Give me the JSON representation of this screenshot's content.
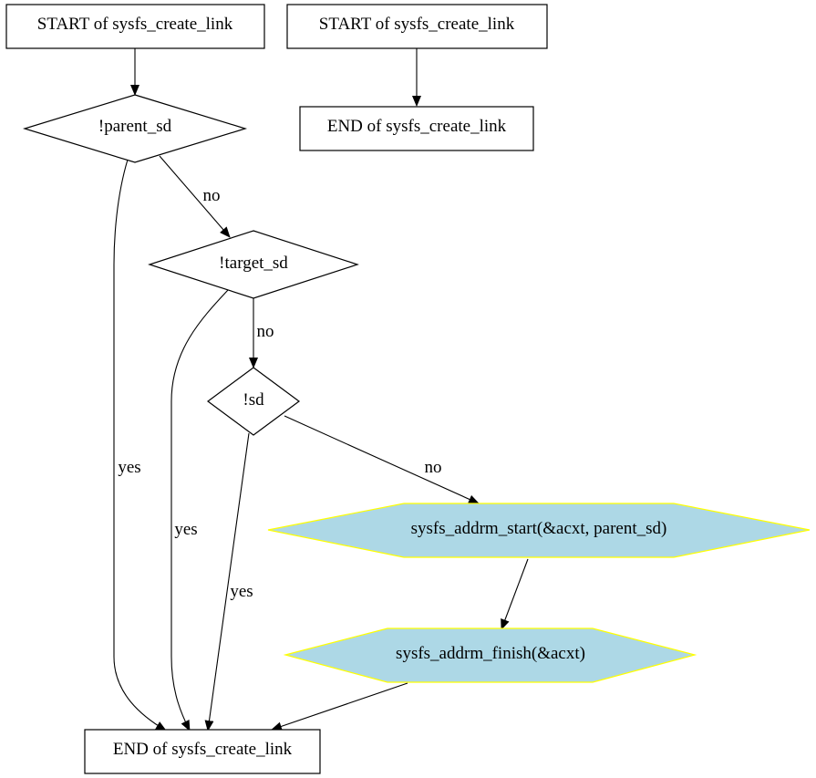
{
  "diagram": {
    "colors": {
      "process_fill": "#add8e6",
      "process_stroke": "#ffff00",
      "line": "#000000",
      "background": "#ffffff"
    },
    "nodes": {
      "start_main": "START of sysfs_create_link",
      "start_alt": "START of sysfs_create_link",
      "end_alt": "END of sysfs_create_link",
      "parent_sd": "!parent_sd",
      "target_sd": "!target_sd",
      "sd": "!sd",
      "addrm_start": "sysfs_addrm_start(&acxt, parent_sd)",
      "addrm_finish": "sysfs_addrm_finish(&acxt)",
      "end_main": "END of sysfs_create_link"
    },
    "edges": {
      "parent_no": "no",
      "parent_yes": "yes",
      "target_no": "no",
      "target_yes": "yes",
      "sd_no": "no",
      "sd_yes": "yes"
    }
  }
}
